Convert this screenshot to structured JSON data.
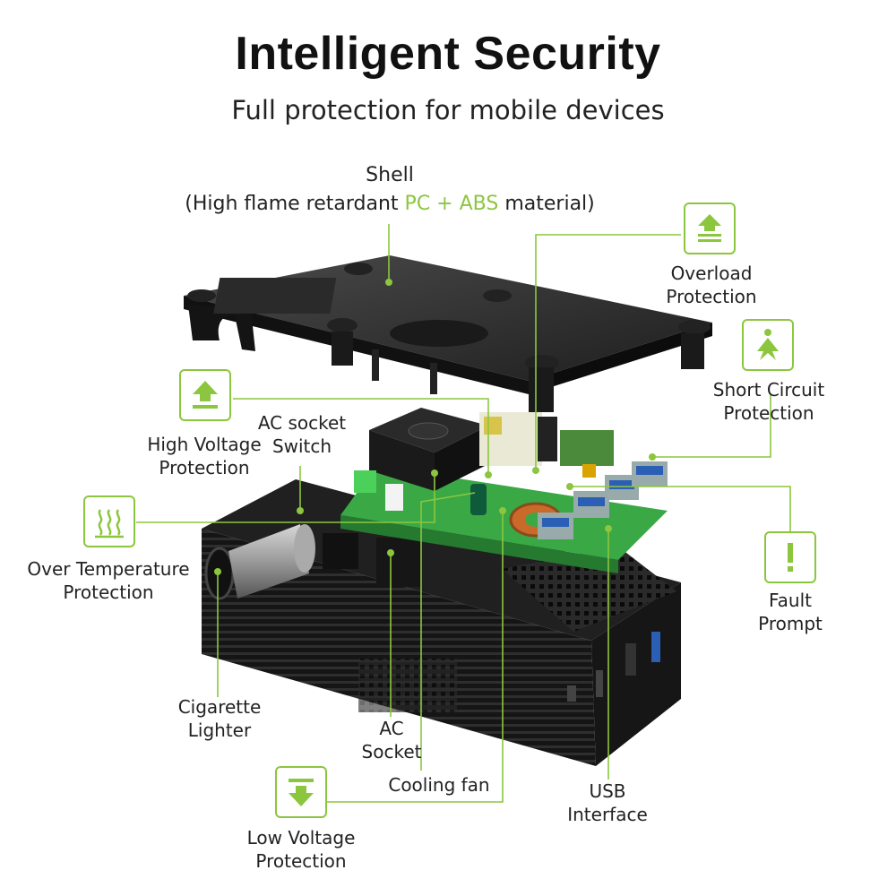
{
  "header": {
    "title": "Intelligent Security",
    "subtitle": "Full protection for mobile devices"
  },
  "labels": {
    "shell": {
      "line1": "Shell",
      "line2_pre": "(High flame retardant ",
      "line2_hl1": "PC",
      "line2_mid": " + ",
      "line2_hl2": "ABS",
      "line2_post": " material)"
    },
    "overload": [
      "Overload",
      "Protection"
    ],
    "short_circuit": [
      "Short Circuit",
      "Protection"
    ],
    "high_voltage": [
      "High Voltage",
      "Protection"
    ],
    "ac_switch": [
      "AC socket",
      "Switch"
    ],
    "over_temp": [
      "Over Temperature",
      "Protection"
    ],
    "fault": [
      "Fault",
      "Prompt"
    ],
    "cigarette": [
      "Cigarette",
      "Lighter"
    ],
    "ac_socket": [
      "AC",
      "Socket"
    ],
    "cooling_fan": "Cooling fan",
    "usb": [
      "USB",
      "Interface"
    ],
    "low_voltage": [
      "Low Voltage",
      "Protection"
    ]
  },
  "icons": {
    "overload": "overload-icon",
    "short_circuit": "short-circuit-icon",
    "high_voltage": "high-voltage-icon",
    "over_temp": "heat-icon",
    "fault": "exclamation-icon",
    "low_voltage": "low-voltage-icon"
  },
  "colors": {
    "accent": "#8cc63f",
    "device": "#1c1c1c",
    "pcb": "#3aa845"
  }
}
